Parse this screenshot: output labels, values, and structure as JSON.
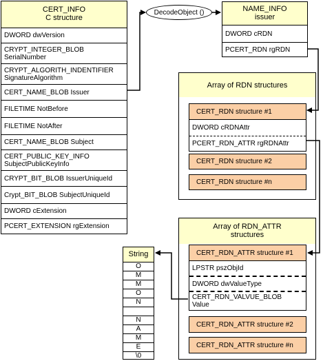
{
  "cert_info": {
    "title_line1": "CERT_INFO",
    "title_line2": "C structure",
    "fields": [
      {
        "line1": "DWORD dwVersion",
        "line2": ""
      },
      {
        "line1": "CRYPT_INTEGER_BLOB",
        "line2": "SerialNumber"
      },
      {
        "line1": "CRYPT_ALGORITH_INDENTIFIER",
        "line2": "SignatureAlgorithm"
      },
      {
        "line1": "CERT_NAME_BLOB Issuer",
        "line2": ""
      },
      {
        "line1": "FILETIME NotBefore",
        "line2": ""
      },
      {
        "line1": "FILETIME NotAfter",
        "line2": ""
      },
      {
        "line1": "CERT_NAME_BLOB Subject",
        "line2": ""
      },
      {
        "line1": "CERT_PUBLIC_KEY_INFO",
        "line2": "SubjectPublicKeyInfo"
      },
      {
        "line1": "CRYPT_BIT_BLOB IssuerUniqueId",
        "line2": ""
      },
      {
        "line1": "Crypt_BIT_BLOB SubjectUniqueId",
        "line2": ""
      },
      {
        "line1": "DWORD cExtension",
        "line2": ""
      },
      {
        "line1": "PCERT_EXTENSION rgExtension",
        "line2": ""
      }
    ]
  },
  "decode_object": {
    "label": "DecodeObject ()"
  },
  "name_info": {
    "title_line1": "NAME_INFO",
    "title_line2": "issuer",
    "fields": [
      "DWORD cRDN",
      "PCERT_RDN rgRDN"
    ]
  },
  "rdn_array": {
    "title": "Array of RDN structures",
    "first": "CERT_RDN structure #1",
    "first_fields": [
      "DWORD cRDNAttr",
      "PCERT_RDN_ATTR rgRDNAttr"
    ],
    "second": "CERT_RDN structure #2",
    "last": "CERT_RDN structure #n"
  },
  "rdn_attr_array": {
    "title_line1": "Array of RDN_ATTR",
    "title_line2": "structures",
    "first": "CERT_RDN_ATTR structure #1",
    "first_fields": [
      {
        "line1": "LPSTR pszObjId",
        "line2": ""
      },
      {
        "line1": "DWORD dwValueType",
        "line2": ""
      },
      {
        "line1": "CERT_RDN_VALVUE_BLOB",
        "line2": "Value"
      }
    ],
    "second": "CERT_RDN_ATTR structure #2",
    "last": "CERT_RDN_ATTR structure #n"
  },
  "string": {
    "title": "String",
    "chars": [
      "O",
      "M",
      "M",
      "O",
      "N",
      "",
      "N",
      "A",
      "M",
      "E",
      "\\0"
    ]
  }
}
